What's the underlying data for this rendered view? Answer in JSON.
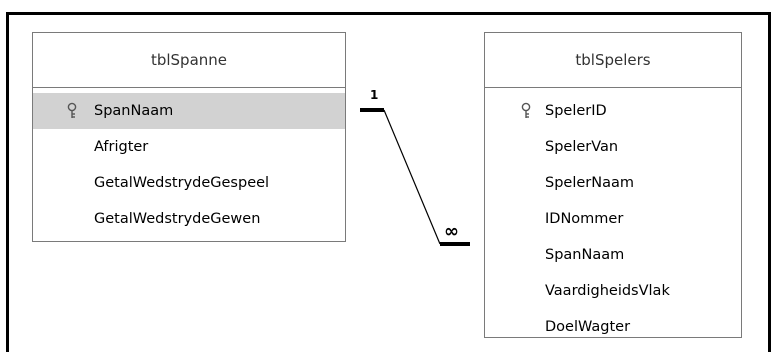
{
  "tables": [
    {
      "name": "tblSpanne",
      "fields": [
        {
          "label": "SpanNaam",
          "primary_key": true,
          "selected": true
        },
        {
          "label": "Afrigter",
          "primary_key": false,
          "selected": false
        },
        {
          "label": "GetalWedstrydeGespeel",
          "primary_key": false,
          "selected": false
        },
        {
          "label": "GetalWedstrydeGewen",
          "primary_key": false,
          "selected": false
        }
      ]
    },
    {
      "name": "tblSpelers",
      "fields": [
        {
          "label": "SpelerID",
          "primary_key": true,
          "selected": false
        },
        {
          "label": "SpelerVan",
          "primary_key": false,
          "selected": false
        },
        {
          "label": "SpelerNaam",
          "primary_key": false,
          "selected": false
        },
        {
          "label": "IDNommer",
          "primary_key": false,
          "selected": false
        },
        {
          "label": "SpanNaam",
          "primary_key": false,
          "selected": false
        },
        {
          "label": "VaardigheidsVlak",
          "primary_key": false,
          "selected": false
        },
        {
          "label": "DoelWagter",
          "primary_key": false,
          "selected": false
        }
      ]
    }
  ],
  "relationship": {
    "one_side_label": "1",
    "many_side_label": "∞",
    "from_table": "tblSpanne",
    "to_table": "tblSpelers"
  },
  "colors": {
    "border": "#7a7a7a",
    "selected_row": "#d2d2d2",
    "line": "#000000"
  },
  "icons": {
    "primary_key": "key-icon"
  }
}
